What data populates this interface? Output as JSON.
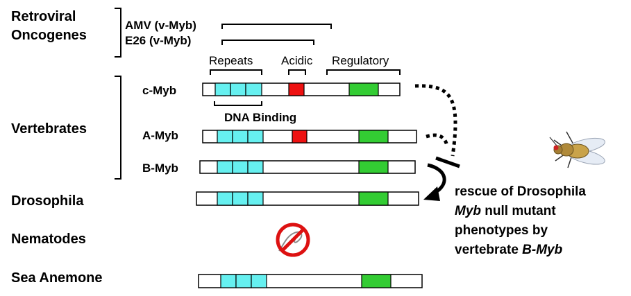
{
  "groups": {
    "retroviral": [
      "Retroviral",
      "Oncogenes"
    ],
    "vertebrates": "Vertebrates",
    "drosophila": "Drosophila",
    "nematodes": "Nematodes",
    "sea_anemone": "Sea Anemone"
  },
  "oncogenes": {
    "amv": "AMV (v-Myb)",
    "e26": "E26 (v-Myb)"
  },
  "domains": {
    "repeats": "Repeats",
    "acidic": "Acidic",
    "regulatory": "Regulatory",
    "dna_binding": "DNA Binding"
  },
  "proteins": {
    "c_myb": "c-Myb",
    "a_myb": "A-Myb",
    "b_myb": "B-Myb"
  },
  "rescue_note": {
    "line1": "rescue of Drosophila",
    "line2_italic": "Myb",
    "line2_rest": " null mutant",
    "line3": "phenotypes by",
    "line4_pre": "vertebrate ",
    "line4_italic": "B-Myb"
  },
  "colors": {
    "repeat": "#66f0f0",
    "acidic": "#ee1111",
    "regulatory": "#33cc33",
    "bar_fill": "#ffffff",
    "outline": "#000000",
    "no_symbol": "#dd1111"
  },
  "icons": {
    "fly": "fruit-fly-icon",
    "nematode_absent": "no-nematode-icon"
  }
}
